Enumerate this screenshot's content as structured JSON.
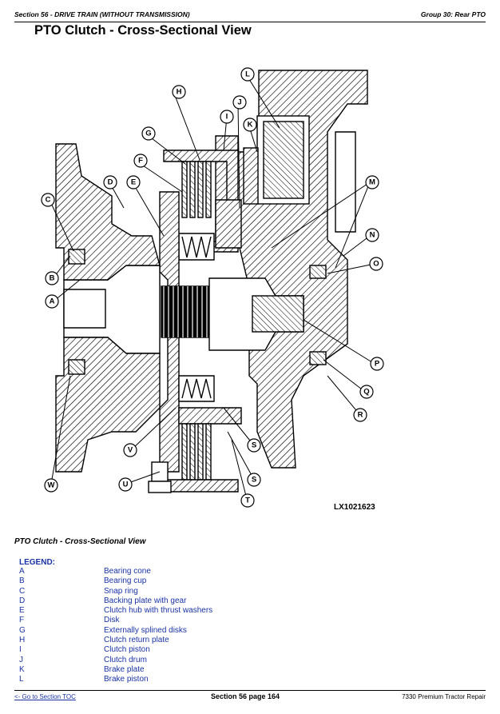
{
  "header": {
    "section": "Section 56 - DRIVE TRAIN (WITHOUT TRANSMISSION)",
    "group": "Group 30: Rear PTO"
  },
  "page_title": "PTO Clutch - Cross-Sectional View",
  "figure": {
    "image_code": "LX1021623",
    "callouts": [
      "A",
      "B",
      "C",
      "D",
      "E",
      "F",
      "G",
      "H",
      "I",
      "J",
      "K",
      "L",
      "M",
      "N",
      "O",
      "P",
      "Q",
      "R",
      "S",
      "T",
      "U",
      "V",
      "W"
    ]
  },
  "caption": "PTO Clutch - Cross-Sectional View",
  "legend": {
    "title": "LEGEND:",
    "items": [
      {
        "key": "A",
        "label": "Bearing cone"
      },
      {
        "key": "B",
        "label": "Bearing cup"
      },
      {
        "key": "C",
        "label": "Snap ring"
      },
      {
        "key": "D",
        "label": "Backing plate with gear"
      },
      {
        "key": "E",
        "label": "Clutch hub with thrust washers"
      },
      {
        "key": "F",
        "label": "Disk"
      },
      {
        "key": "G",
        "label": "Externally splined disks"
      },
      {
        "key": "H",
        "label": "Clutch return plate"
      },
      {
        "key": "I",
        "label": "Clutch piston"
      },
      {
        "key": "J",
        "label": "Clutch drum"
      },
      {
        "key": "K",
        "label": "Brake plate"
      },
      {
        "key": "L",
        "label": "Brake piston"
      }
    ]
  },
  "footer": {
    "toc_link": "<- Go to Section TOC",
    "page": "Section 56 page 164",
    "doc": "7330 Premium Tractor Repair"
  }
}
